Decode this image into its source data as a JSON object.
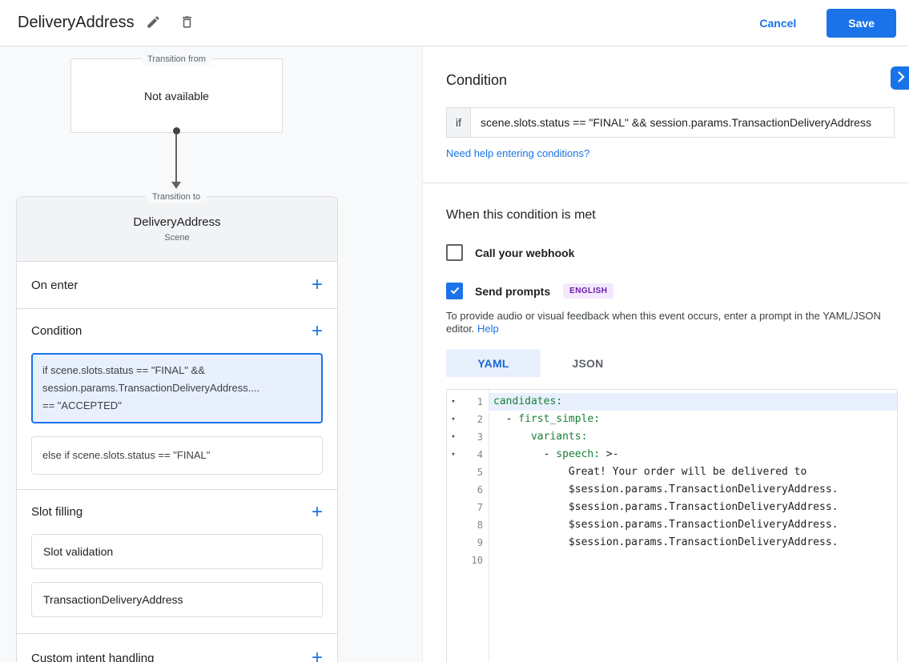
{
  "header": {
    "title": "DeliveryAddress",
    "cancel_label": "Cancel",
    "save_label": "Save"
  },
  "icons": {
    "add": "+"
  },
  "flow": {
    "transition_from_label": "Transition from",
    "transition_from_value": "Not available",
    "transition_to_label": "Transition to",
    "scene_name": "DeliveryAddress",
    "scene_type": "Scene"
  },
  "scene_sections": {
    "on_enter_label": "On enter",
    "condition_label": "Condition",
    "slot_filling_label": "Slot filling",
    "custom_intent_label": "Custom intent handling",
    "condition_selected": "if scene.slots.status == \"FINAL\" &&\nsession.params.TransactionDeliveryAddress....\n== \"ACCEPTED\"",
    "condition_else": "else if scene.slots.status == \"FINAL\"",
    "slot_validation": "Slot validation",
    "slot_name": "TransactionDeliveryAddress"
  },
  "condition_editor": {
    "heading": "Condition",
    "if_label": "if",
    "expression": "scene.slots.status == \"FINAL\" && session.params.TransactionDeliveryAddress",
    "help_link": "Need help entering conditions?"
  },
  "handler": {
    "heading": "When this condition is met",
    "webhook_label": "Call your webhook",
    "prompts_label": "Send prompts",
    "language_badge": "ENGLISH",
    "description": "To provide audio or visual feedback when this event occurs, enter a prompt in the YAML/JSON editor.",
    "help_label": "Help",
    "tab_yaml": "YAML",
    "tab_json": "JSON"
  },
  "code": {
    "lines": [
      {
        "num": "1",
        "fold": "▾",
        "pre": "",
        "key": "candidates:",
        "post": ""
      },
      {
        "num": "2",
        "fold": "▾",
        "pre": "  - ",
        "key": "first_simple:",
        "post": ""
      },
      {
        "num": "3",
        "fold": "▾",
        "pre": "      ",
        "key": "variants:",
        "post": ""
      },
      {
        "num": "4",
        "fold": "▾",
        "pre": "        - ",
        "key": "speech:",
        "post": " >-"
      },
      {
        "num": "5",
        "fold": "",
        "pre": "            Great! Your order will be delivered to",
        "key": "",
        "post": ""
      },
      {
        "num": "6",
        "fold": "",
        "pre": "            $session.params.TransactionDeliveryAddress.",
        "key": "",
        "post": ""
      },
      {
        "num": "7",
        "fold": "",
        "pre": "            $session.params.TransactionDeliveryAddress.",
        "key": "",
        "post": ""
      },
      {
        "num": "8",
        "fold": "",
        "pre": "            $session.params.TransactionDeliveryAddress.",
        "key": "",
        "post": ""
      },
      {
        "num": "9",
        "fold": "",
        "pre": "            $session.params.TransactionDeliveryAddress.",
        "key": "",
        "post": ""
      },
      {
        "num": "10",
        "fold": "",
        "pre": "",
        "key": "",
        "post": ""
      }
    ]
  },
  "colors": {
    "accent": "#1a73e8",
    "selected_bg": "#e8f0fe",
    "badge_bg": "#f3e8fd",
    "badge_text": "#681da8",
    "yaml_key": "#188038"
  }
}
